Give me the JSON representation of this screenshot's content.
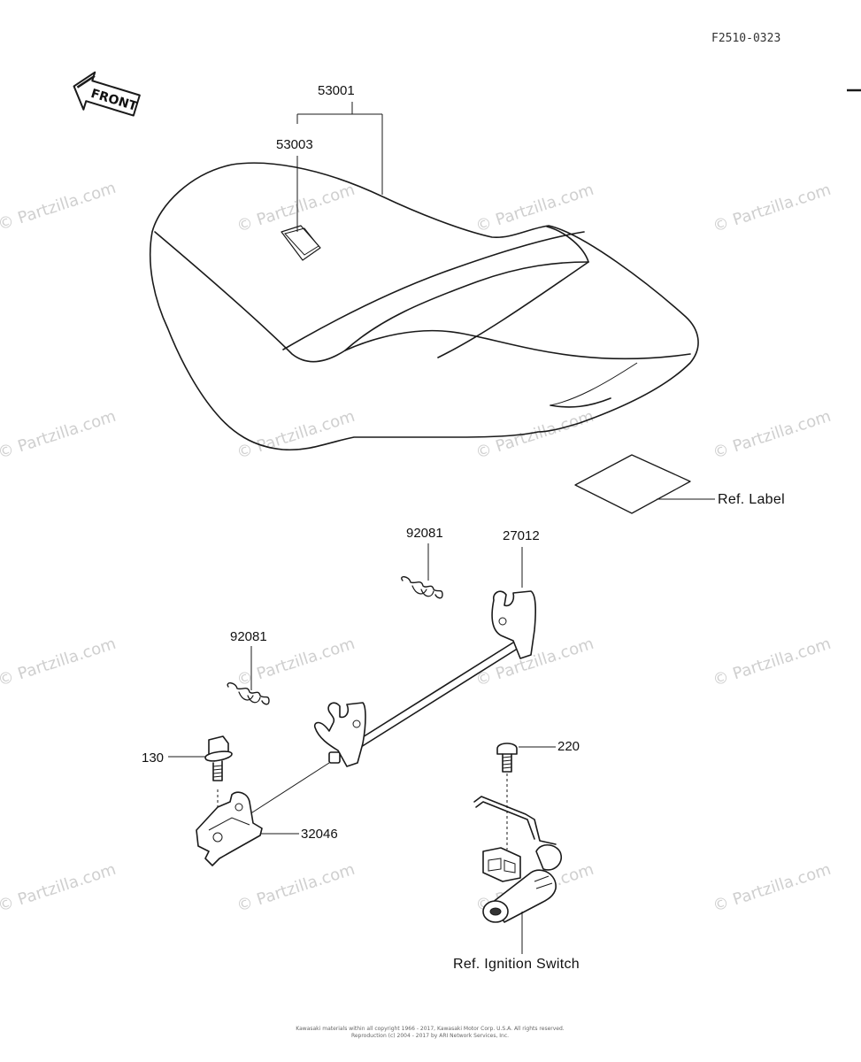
{
  "diagram_code": "F2510-0323",
  "front_label": "FRONT",
  "watermark_text": "© Partzilla.com",
  "parts": {
    "seat_assy": "53001",
    "seat_sub": "53003",
    "spring_right": "92081",
    "spring_left": "92081",
    "seat_lock_hook": "27012",
    "bolt": "130",
    "screw": "220",
    "bracket": "32046"
  },
  "refs": {
    "label": "Ref. Label",
    "ignition": "Ref. Ignition Switch"
  },
  "footer": {
    "line1": "Kawasaki materials within all copyright 1966 - 2017, Kawasaki Motor Corp. U.S.A. All rights reserved.",
    "line2": "Reproduction (c) 2004 - 2017 by ARI Network Services, Inc."
  }
}
